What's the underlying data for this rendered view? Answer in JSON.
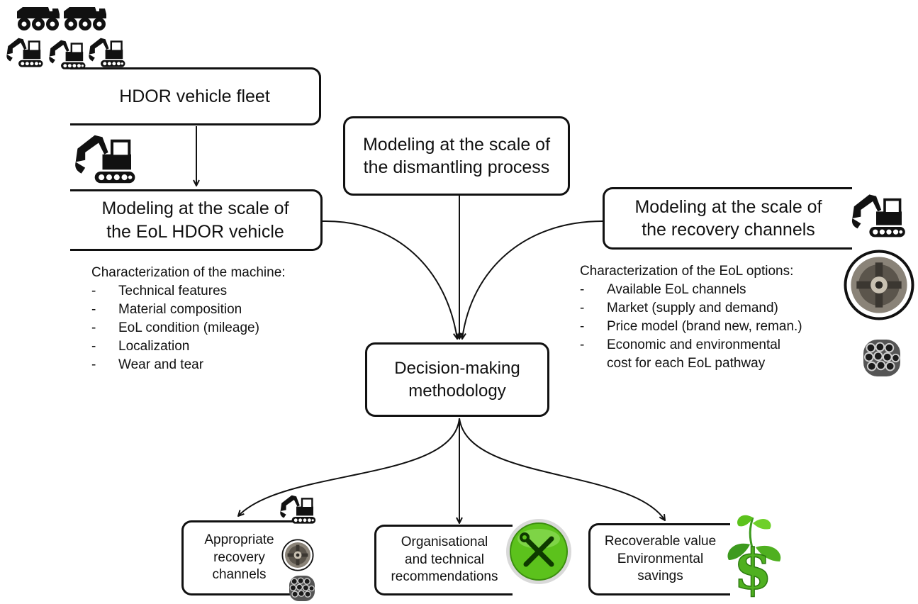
{
  "nodes": {
    "fleet": "HDOR vehicle fleet",
    "vehicle": "Modeling at the scale of\nthe EoL HDOR vehicle",
    "dismantling": "Modeling at the scale of\nthe dismantling process",
    "recovery": "Modeling at the scale of\nthe recovery channels",
    "decision": "Decision-making\nmethodology",
    "out_channels": "Appropriate\nrecovery\nchannels",
    "out_recommend": "Organisational\nand technical\nrecommendations",
    "out_value": "Recoverable value\nEnvironmental\nsavings"
  },
  "machine_list": {
    "title": "Characterization of the machine:",
    "items": [
      "Technical features",
      "Material composition",
      "EoL condition (mileage)",
      "Localization",
      "Wear and tear"
    ]
  },
  "eol_list": {
    "title": "Characterization of the EoL options:",
    "items": [
      "Available EoL channels",
      "Market (supply and demand)",
      "Price model (brand new, reman.)",
      "Economic and environmental"
    ],
    "item4_cont": "cost for each EoL pathway"
  },
  "icons": [
    "dump-truck-icon",
    "excavator-icon",
    "alternator-icon",
    "steel-pipes-icon",
    "tools-icon",
    "dollar-plant-icon"
  ],
  "colors": {
    "line": "#111111",
    "tools_green": "#5cc21c",
    "plant_green": "#3d9a1e"
  }
}
